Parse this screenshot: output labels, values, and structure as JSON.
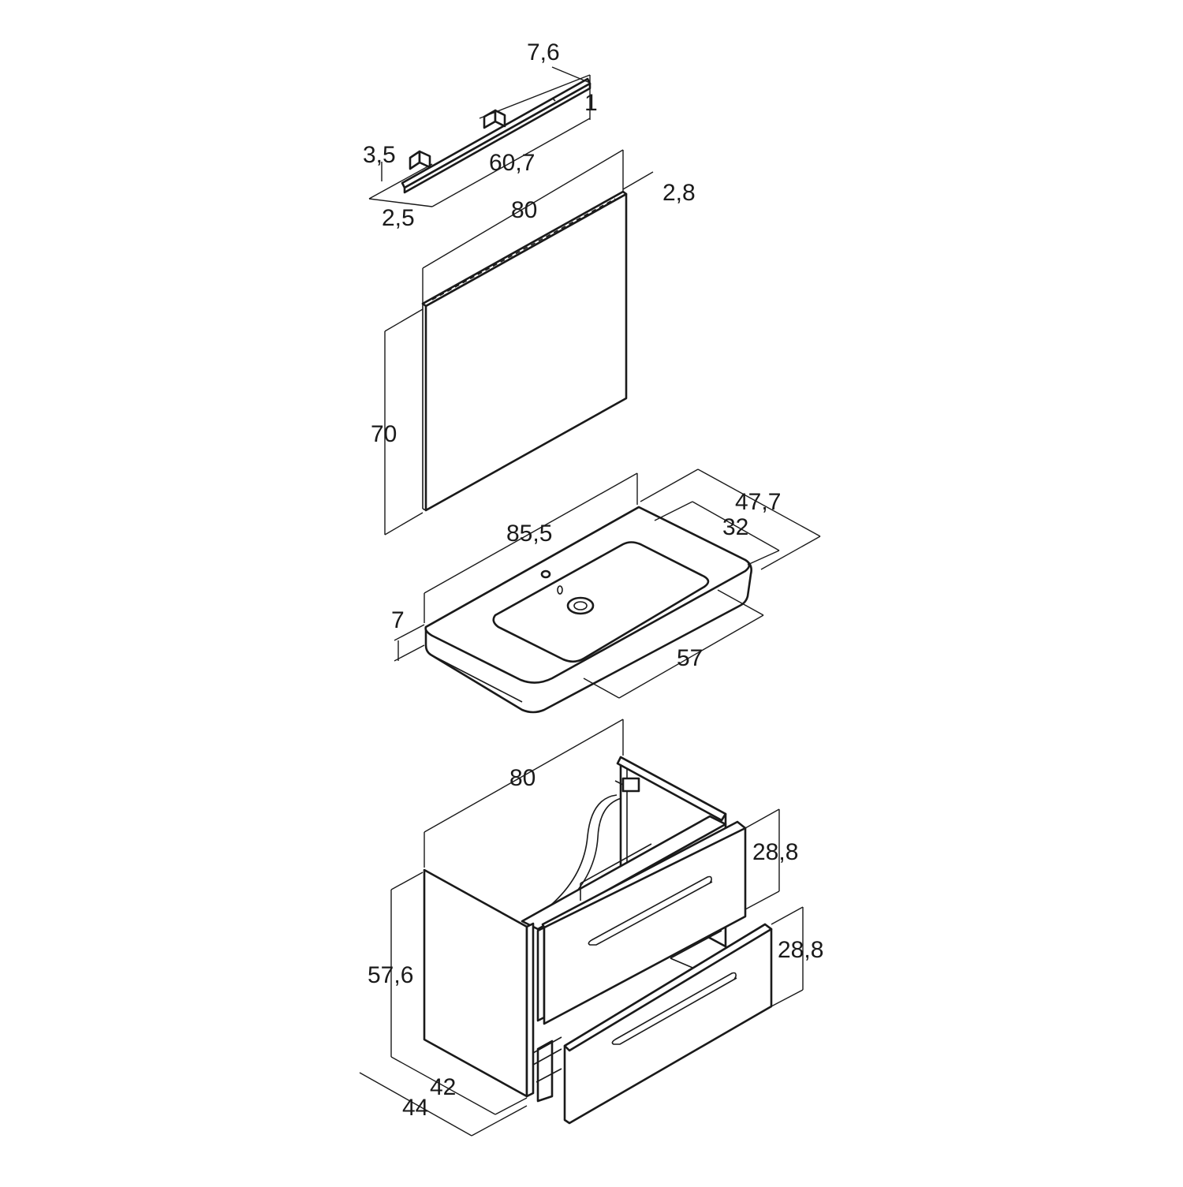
{
  "drawing": {
    "light": {
      "length": "60,7",
      "depth": "7,6",
      "thickness": "1",
      "bracket_height": "3,5",
      "bracket_offset": "2,5"
    },
    "mirror": {
      "width": "80",
      "height": "70",
      "depth": "2,8"
    },
    "basin": {
      "width": "85,5",
      "depth": "47,7",
      "bowl_depth": "32",
      "bowl_width": "57",
      "height": "7"
    },
    "cabinet": {
      "width": "80",
      "height": "57,6",
      "depth_inner": "42",
      "depth_outer": "44",
      "drawer_top_height": "28,8",
      "drawer_bottom_height": "28,8"
    }
  }
}
